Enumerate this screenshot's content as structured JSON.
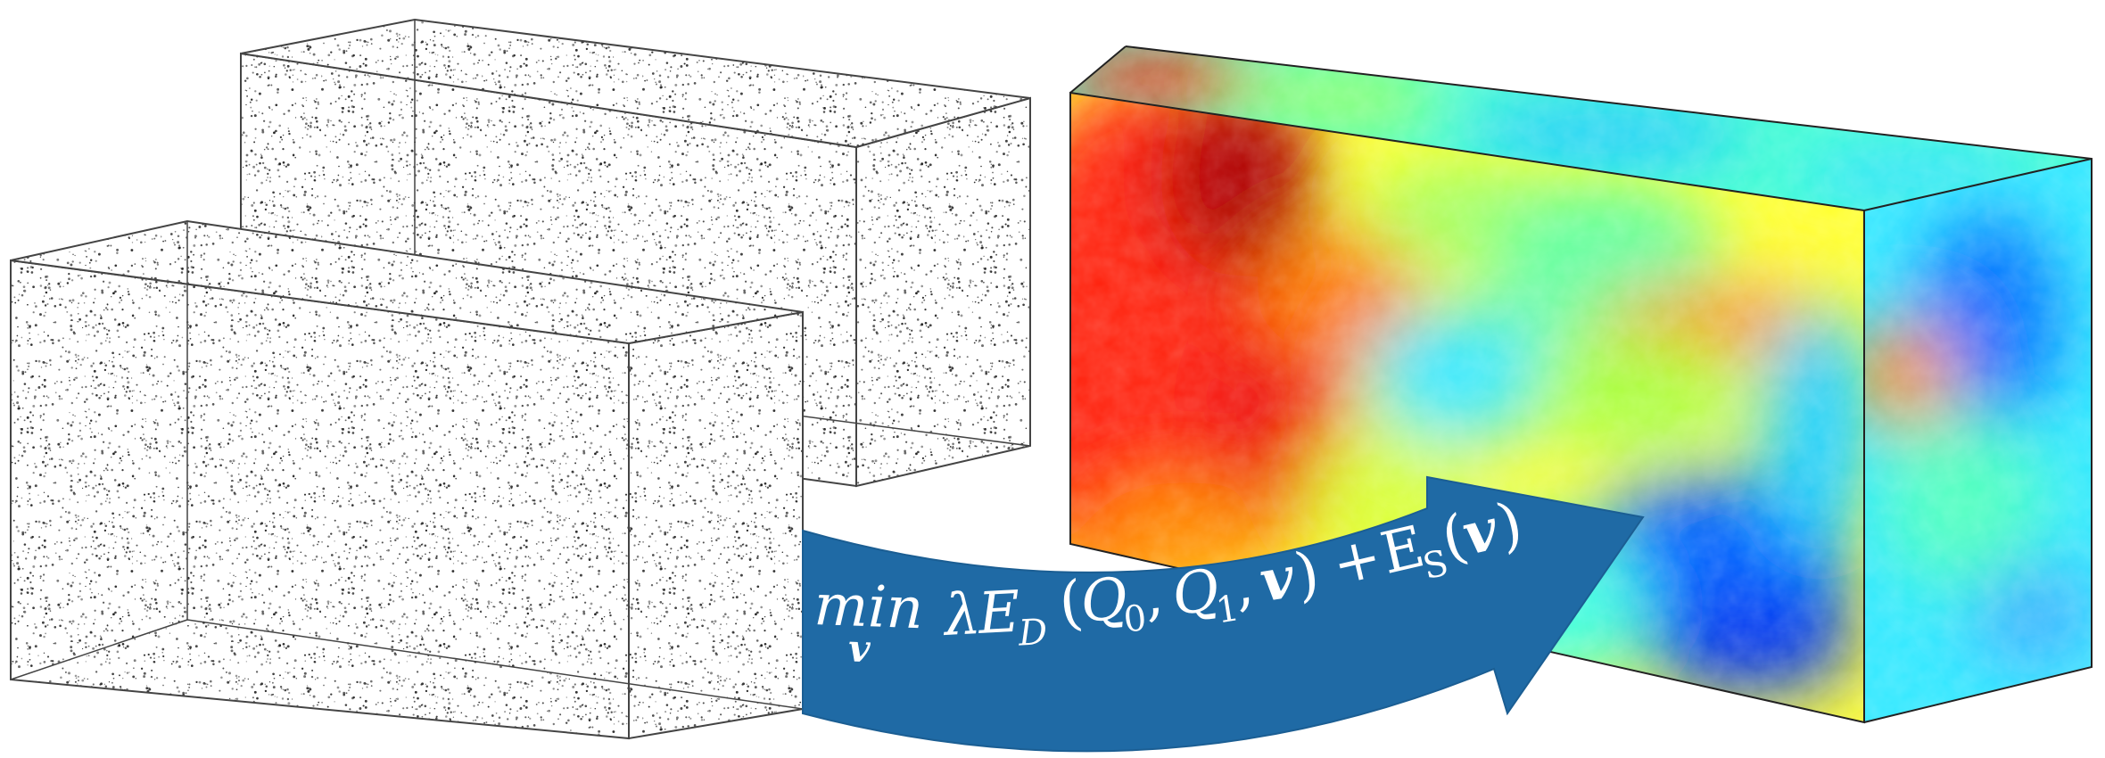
{
  "figure": {
    "input_volumes": [
      {
        "id": "volume-back",
        "role": "particle image volume"
      },
      {
        "id": "volume-front",
        "role": "particle image volume"
      }
    ],
    "arrow": {
      "color": "#1f6aa5",
      "formula": {
        "min": "min",
        "min_sub": "v",
        "lambda": "λ",
        "E": "E",
        "E_sub": "D",
        "open_paren": "(",
        "Q": "Q",
        "Q0_sub": "0",
        "comma1": ",",
        "Q1_sub": "1",
        "comma2": ",",
        "v": "v",
        "close_paren": ")",
        "plus": "+",
        "Es": "E",
        "Es_sub": "S",
        "open_paren2": "(",
        "v2": "v",
        "close_paren2": ")"
      }
    },
    "output_volume": {
      "colormap": "jet",
      "colors": [
        "#00008f",
        "#0000ff",
        "#0080ff",
        "#00ffff",
        "#80ff80",
        "#ffff00",
        "#ff8000",
        "#ff0000",
        "#800000"
      ]
    }
  }
}
